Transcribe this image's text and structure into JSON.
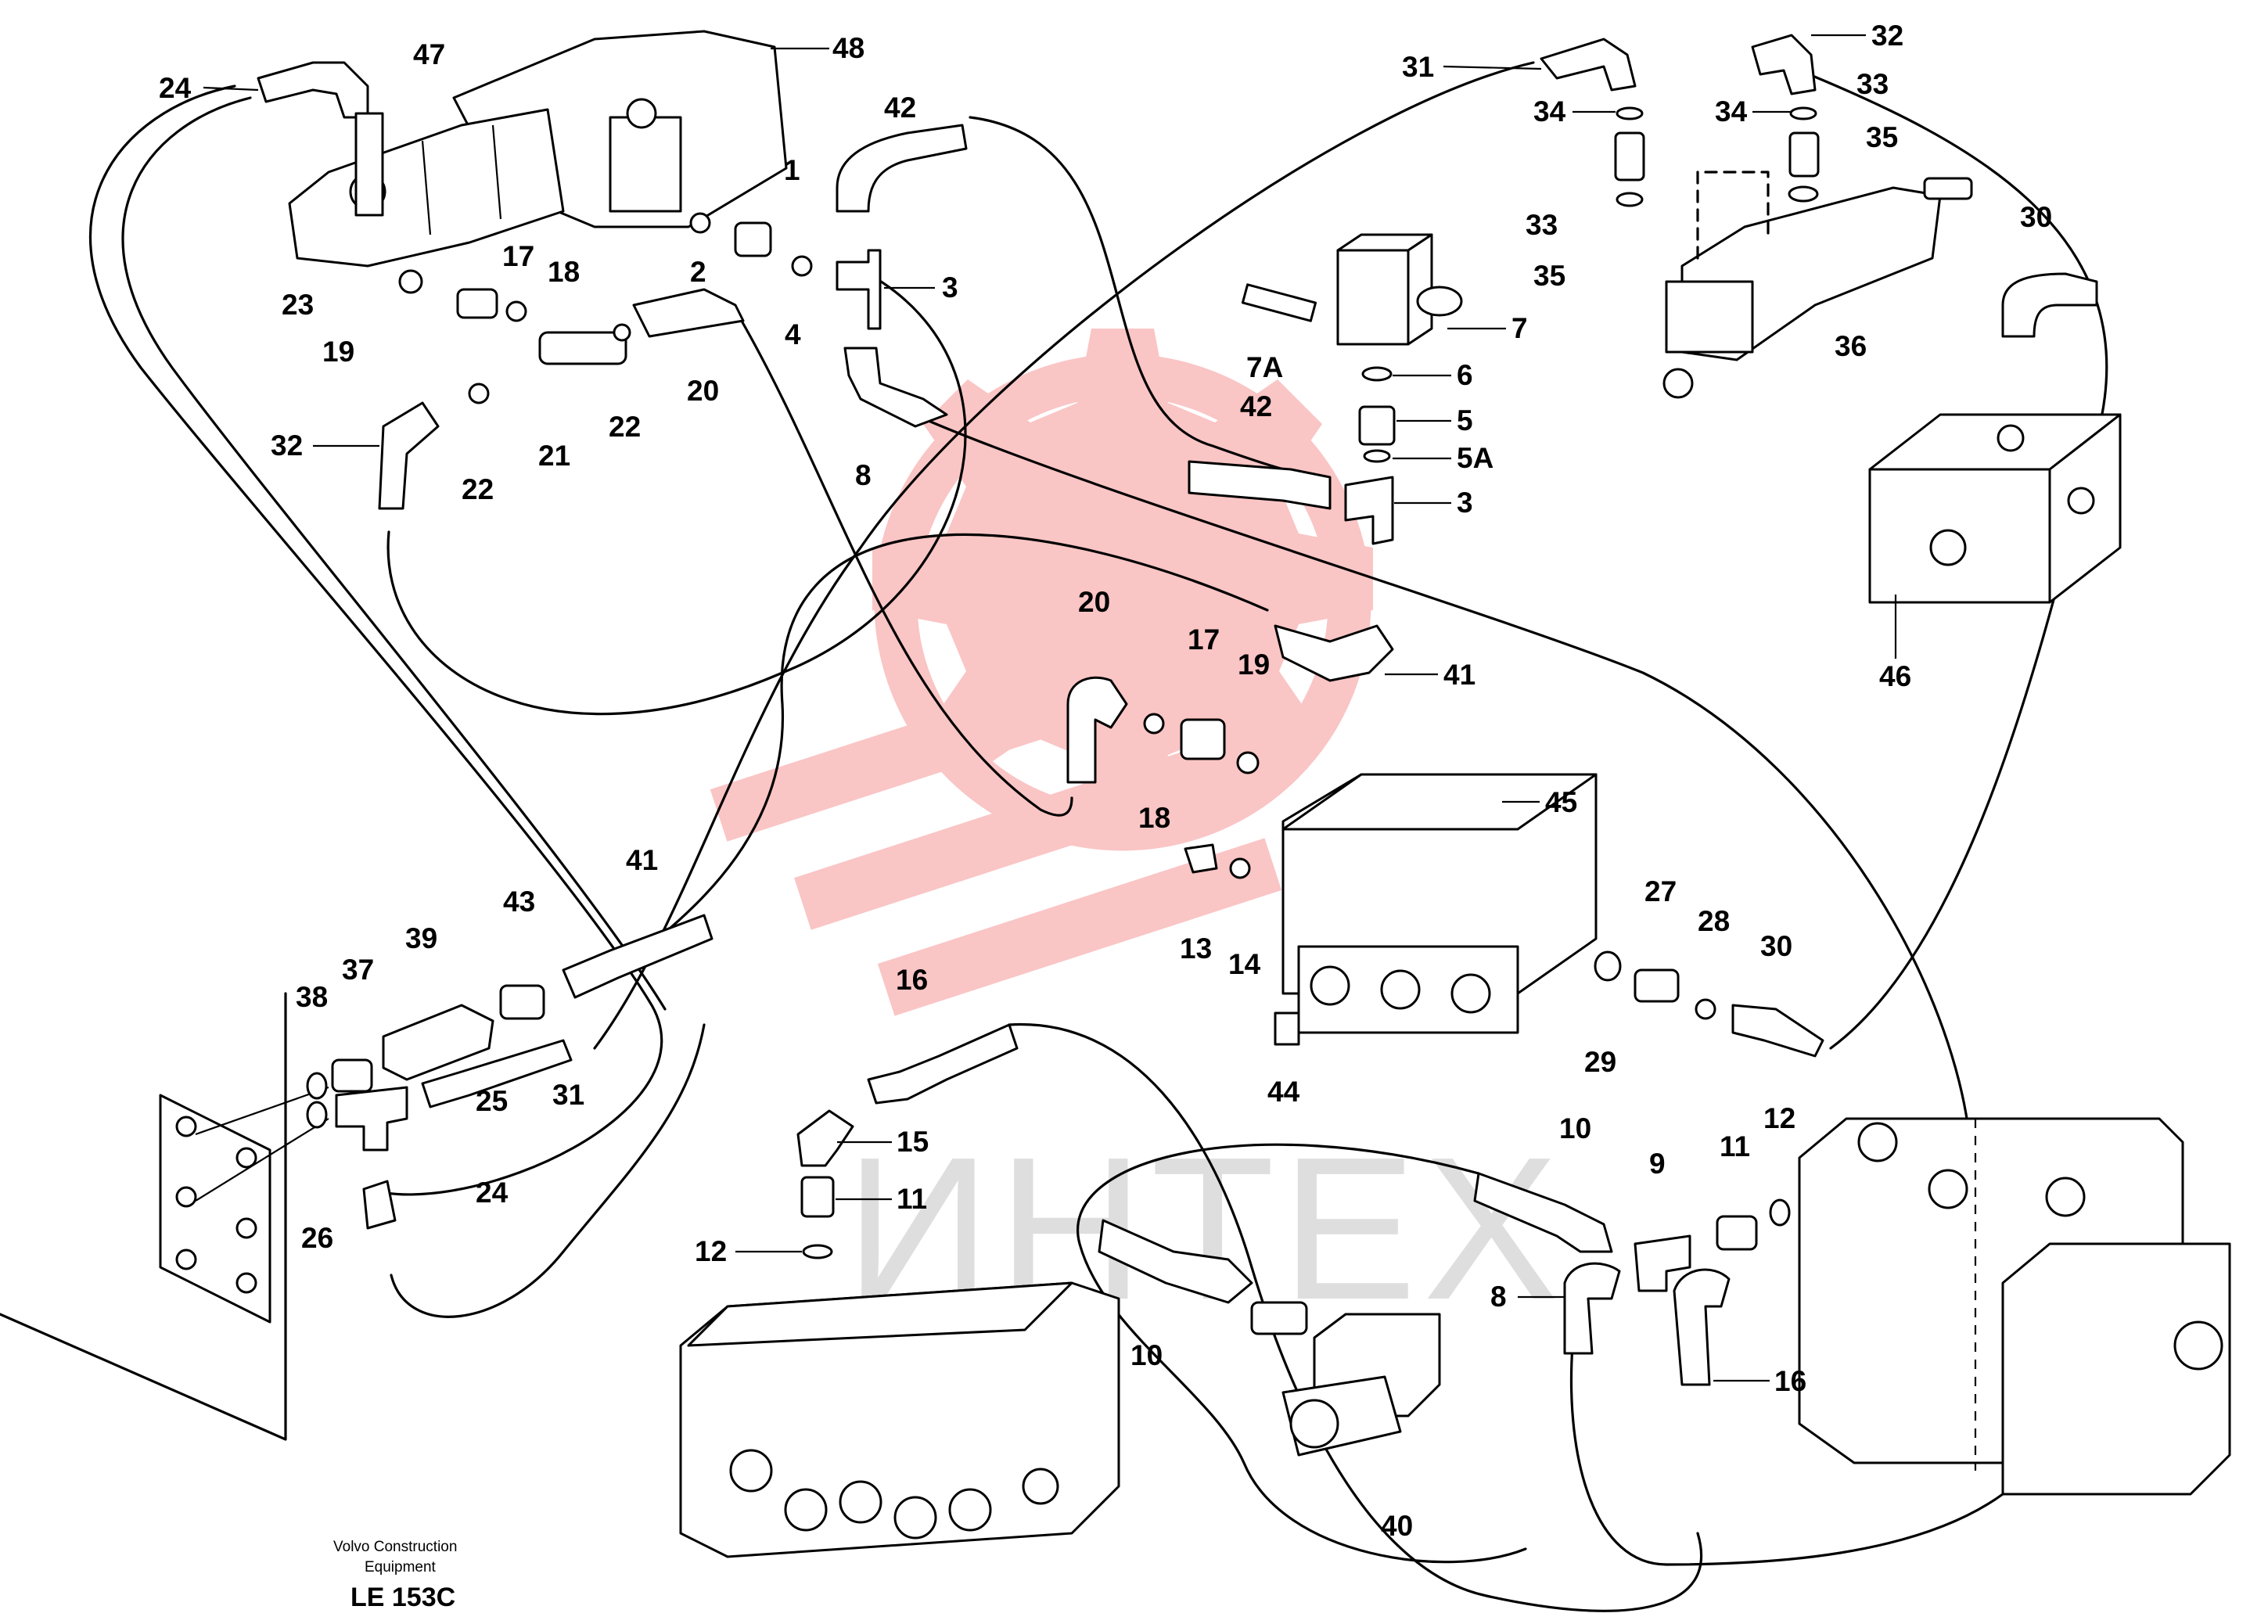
{
  "diagram": {
    "callouts": [
      {
        "id": "c24a",
        "label": "24",
        "target": "hose-24-top"
      },
      {
        "id": "c47",
        "label": "47",
        "target": "cylinder-47"
      },
      {
        "id": "c48",
        "label": "48",
        "target": "cylinder-48"
      },
      {
        "id": "c42a",
        "label": "42",
        "target": "hose-42-top"
      },
      {
        "id": "c1",
        "label": "1",
        "target": "nipple-1"
      },
      {
        "id": "c2",
        "label": "2",
        "target": "seal-2"
      },
      {
        "id": "c3a",
        "label": "3",
        "target": "tee-3-upper"
      },
      {
        "id": "c4",
        "label": "4",
        "target": "seal-4"
      },
      {
        "id": "c17a",
        "label": "17",
        "target": "nipple-17-top"
      },
      {
        "id": "c18a",
        "label": "18",
        "target": "seal-18-top"
      },
      {
        "id": "c23",
        "label": "23",
        "target": "fitting-23"
      },
      {
        "id": "c19a",
        "label": "19",
        "target": "seal-19-top"
      },
      {
        "id": "c20a",
        "label": "20",
        "target": "hose-20-top"
      },
      {
        "id": "c22a",
        "label": "22",
        "target": "seal-22-right"
      },
      {
        "id": "c21",
        "label": "21",
        "target": "adapter-21"
      },
      {
        "id": "c32a",
        "label": "32",
        "target": "hose-32-left"
      },
      {
        "id": "c22b",
        "label": "22",
        "target": "seal-22-left"
      },
      {
        "id": "c8a",
        "label": "8",
        "target": "hose-8-top"
      },
      {
        "id": "c31a",
        "label": "31",
        "target": "hose-31-top"
      },
      {
        "id": "c32b",
        "label": "32",
        "target": "hose-32-right"
      },
      {
        "id": "c34a",
        "label": "34",
        "target": "seal-34-left"
      },
      {
        "id": "c34b",
        "label": "34",
        "target": "seal-34-right"
      },
      {
        "id": "c33a",
        "label": "33",
        "target": "nipple-33-right"
      },
      {
        "id": "c35a",
        "label": "35",
        "target": "seal-35-right"
      },
      {
        "id": "c33b",
        "label": "33",
        "target": "nipple-33-left"
      },
      {
        "id": "c35b",
        "label": "35",
        "target": "seal-35-left"
      },
      {
        "id": "c36",
        "label": "36",
        "target": "valve-36"
      },
      {
        "id": "c30a",
        "label": "30",
        "target": "hose-30-right"
      },
      {
        "id": "c7",
        "label": "7",
        "target": "valve-7"
      },
      {
        "id": "c7a",
        "label": "7A",
        "target": "screw-7A"
      },
      {
        "id": "c6",
        "label": "6",
        "target": "seal-6"
      },
      {
        "id": "c42b",
        "label": "42",
        "target": "hose-42-mid"
      },
      {
        "id": "c5",
        "label": "5",
        "target": "nipple-5"
      },
      {
        "id": "c5a",
        "label": "5A",
        "target": "seal-5A"
      },
      {
        "id": "c3b",
        "label": "3",
        "target": "tee-3-lower"
      },
      {
        "id": "c46",
        "label": "46",
        "target": "block-46"
      },
      {
        "id": "c20b",
        "label": "20",
        "target": "hose-20-mid"
      },
      {
        "id": "c17b",
        "label": "17",
        "target": "nipple-17-mid"
      },
      {
        "id": "c19b",
        "label": "19",
        "target": "seal-19-mid"
      },
      {
        "id": "c41a",
        "label": "41",
        "target": "hose-41-mid"
      },
      {
        "id": "c18b",
        "label": "18",
        "target": "seal-18-mid"
      },
      {
        "id": "c45",
        "label": "45",
        "target": "valve-45"
      },
      {
        "id": "c13",
        "label": "13",
        "target": "plug-13"
      },
      {
        "id": "c14",
        "label": "14",
        "target": "seal-14"
      },
      {
        "id": "c27",
        "label": "27",
        "target": "nipple-27"
      },
      {
        "id": "c28",
        "label": "28",
        "target": "seal-28"
      },
      {
        "id": "c30b",
        "label": "30",
        "target": "hose-30-mid"
      },
      {
        "id": "c29",
        "label": "29",
        "target": "seal-29"
      },
      {
        "id": "c44",
        "label": "44",
        "target": "plug-44"
      },
      {
        "id": "c41b",
        "label": "41",
        "target": "hose-41-left"
      },
      {
        "id": "c43",
        "label": "43",
        "target": "nipple-43"
      },
      {
        "id": "c39",
        "label": "39",
        "target": "sleeve-39"
      },
      {
        "id": "c37",
        "label": "37",
        "target": "nipple-37"
      },
      {
        "id": "c38",
        "label": "38",
        "target": "seal-38"
      },
      {
        "id": "c25",
        "label": "25",
        "target": "tee-25"
      },
      {
        "id": "c31b",
        "label": "31",
        "target": "hose-31-left"
      },
      {
        "id": "c24b",
        "label": "24",
        "target": "hose-24-left"
      },
      {
        "id": "c26",
        "label": "26",
        "target": "seal-26"
      },
      {
        "id": "c16a",
        "label": "16",
        "target": "hose-16-mid"
      },
      {
        "id": "c15",
        "label": "15",
        "target": "elbow-15"
      },
      {
        "id": "c11a",
        "label": "11",
        "target": "nipple-11-mid"
      },
      {
        "id": "c12a",
        "label": "12",
        "target": "seal-12-mid"
      },
      {
        "id": "c10a",
        "label": "10",
        "target": "hose-10-right"
      },
      {
        "id": "c9",
        "label": "9",
        "target": "tee-9"
      },
      {
        "id": "c11b",
        "label": "11",
        "target": "nipple-11-right"
      },
      {
        "id": "c12b",
        "label": "12",
        "target": "seal-12-right"
      },
      {
        "id": "c8b",
        "label": "8",
        "target": "hose-8-right"
      },
      {
        "id": "c16b",
        "label": "16",
        "target": "hose-16-right"
      },
      {
        "id": "c10b",
        "label": "10",
        "target": "hose-10-mid"
      },
      {
        "id": "c40",
        "label": "40",
        "target": "valve-40"
      }
    ],
    "credit_line1": "Volvo Construction",
    "credit_line2": "Equipment",
    "drawing_code": "LE 153C",
    "watermark_text": "ИНТЕХ",
    "watermark_color": "#f25c5c",
    "line_color": "#000000"
  }
}
